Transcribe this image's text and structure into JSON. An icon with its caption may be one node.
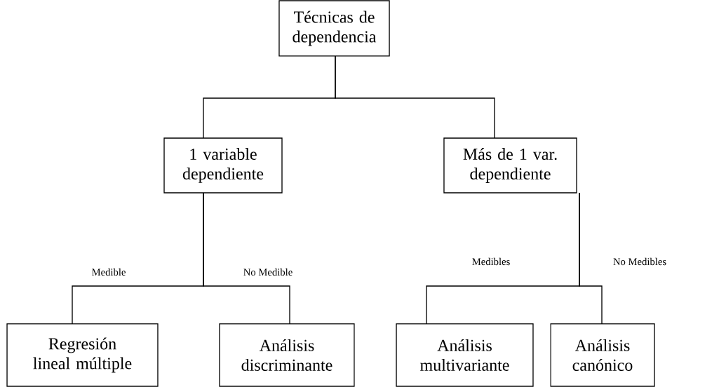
{
  "diagram": {
    "nodes": [
      {
        "text": [
          "Técnicas de dependencia"
        ]
      },
      {
        "text": [
          "1 variable dependiente"
        ]
      },
      {
        "text": [
          "Más de 1 var. dependiente"
        ]
      },
      {
        "text": [
          "Regresión lineal múltiple"
        ]
      },
      {
        "text": [
          "Análisis discriminante"
        ]
      },
      {
        "text": [
          "Análisis multivariante"
        ]
      },
      {
        "text": [
          "Análisis canónico"
        ]
      }
    ],
    "edges": [
      {
        "from": 0,
        "to": 1,
        "arrow": "none"
      },
      {
        "from": 0,
        "to": 2,
        "arrow": "none"
      },
      {
        "from": 1,
        "to": 3,
        "arrow": "none",
        "label": "Medible"
      },
      {
        "from": 1,
        "to": 4,
        "arrow": "none",
        "label": "No Medible"
      },
      {
        "from": 2,
        "to": 5,
        "arrow": "none",
        "label": "Medibles"
      },
      {
        "from": 2,
        "to": 6,
        "arrow": "none",
        "label": "No Medibles"
      }
    ]
  }
}
